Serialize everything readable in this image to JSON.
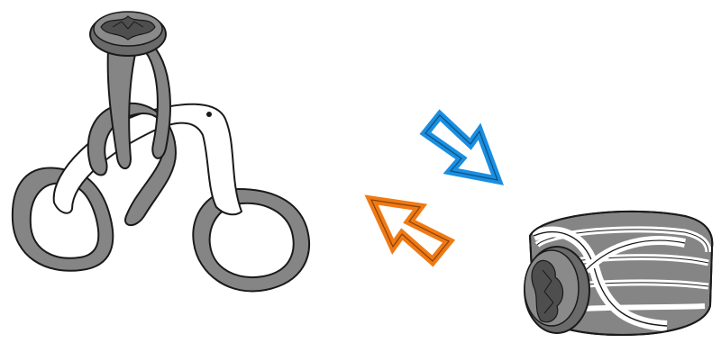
{
  "illustration": {
    "subject": "puzzle-ring",
    "states": [
      "unfolded",
      "assembled"
    ]
  },
  "colors": {
    "background": "#ffffff",
    "band": "#858585",
    "band_dark": "#5c5c5c",
    "band_light": "#a8a8a8",
    "outline": "#1a1a1a",
    "white_band": "#ffffff",
    "arrow_blue": "#1a8ee0",
    "arrow_orange": "#ef7a14"
  },
  "icons": {
    "arrow_forward": "arrow-down-right-icon",
    "arrow_back": "arrow-up-left-icon"
  }
}
